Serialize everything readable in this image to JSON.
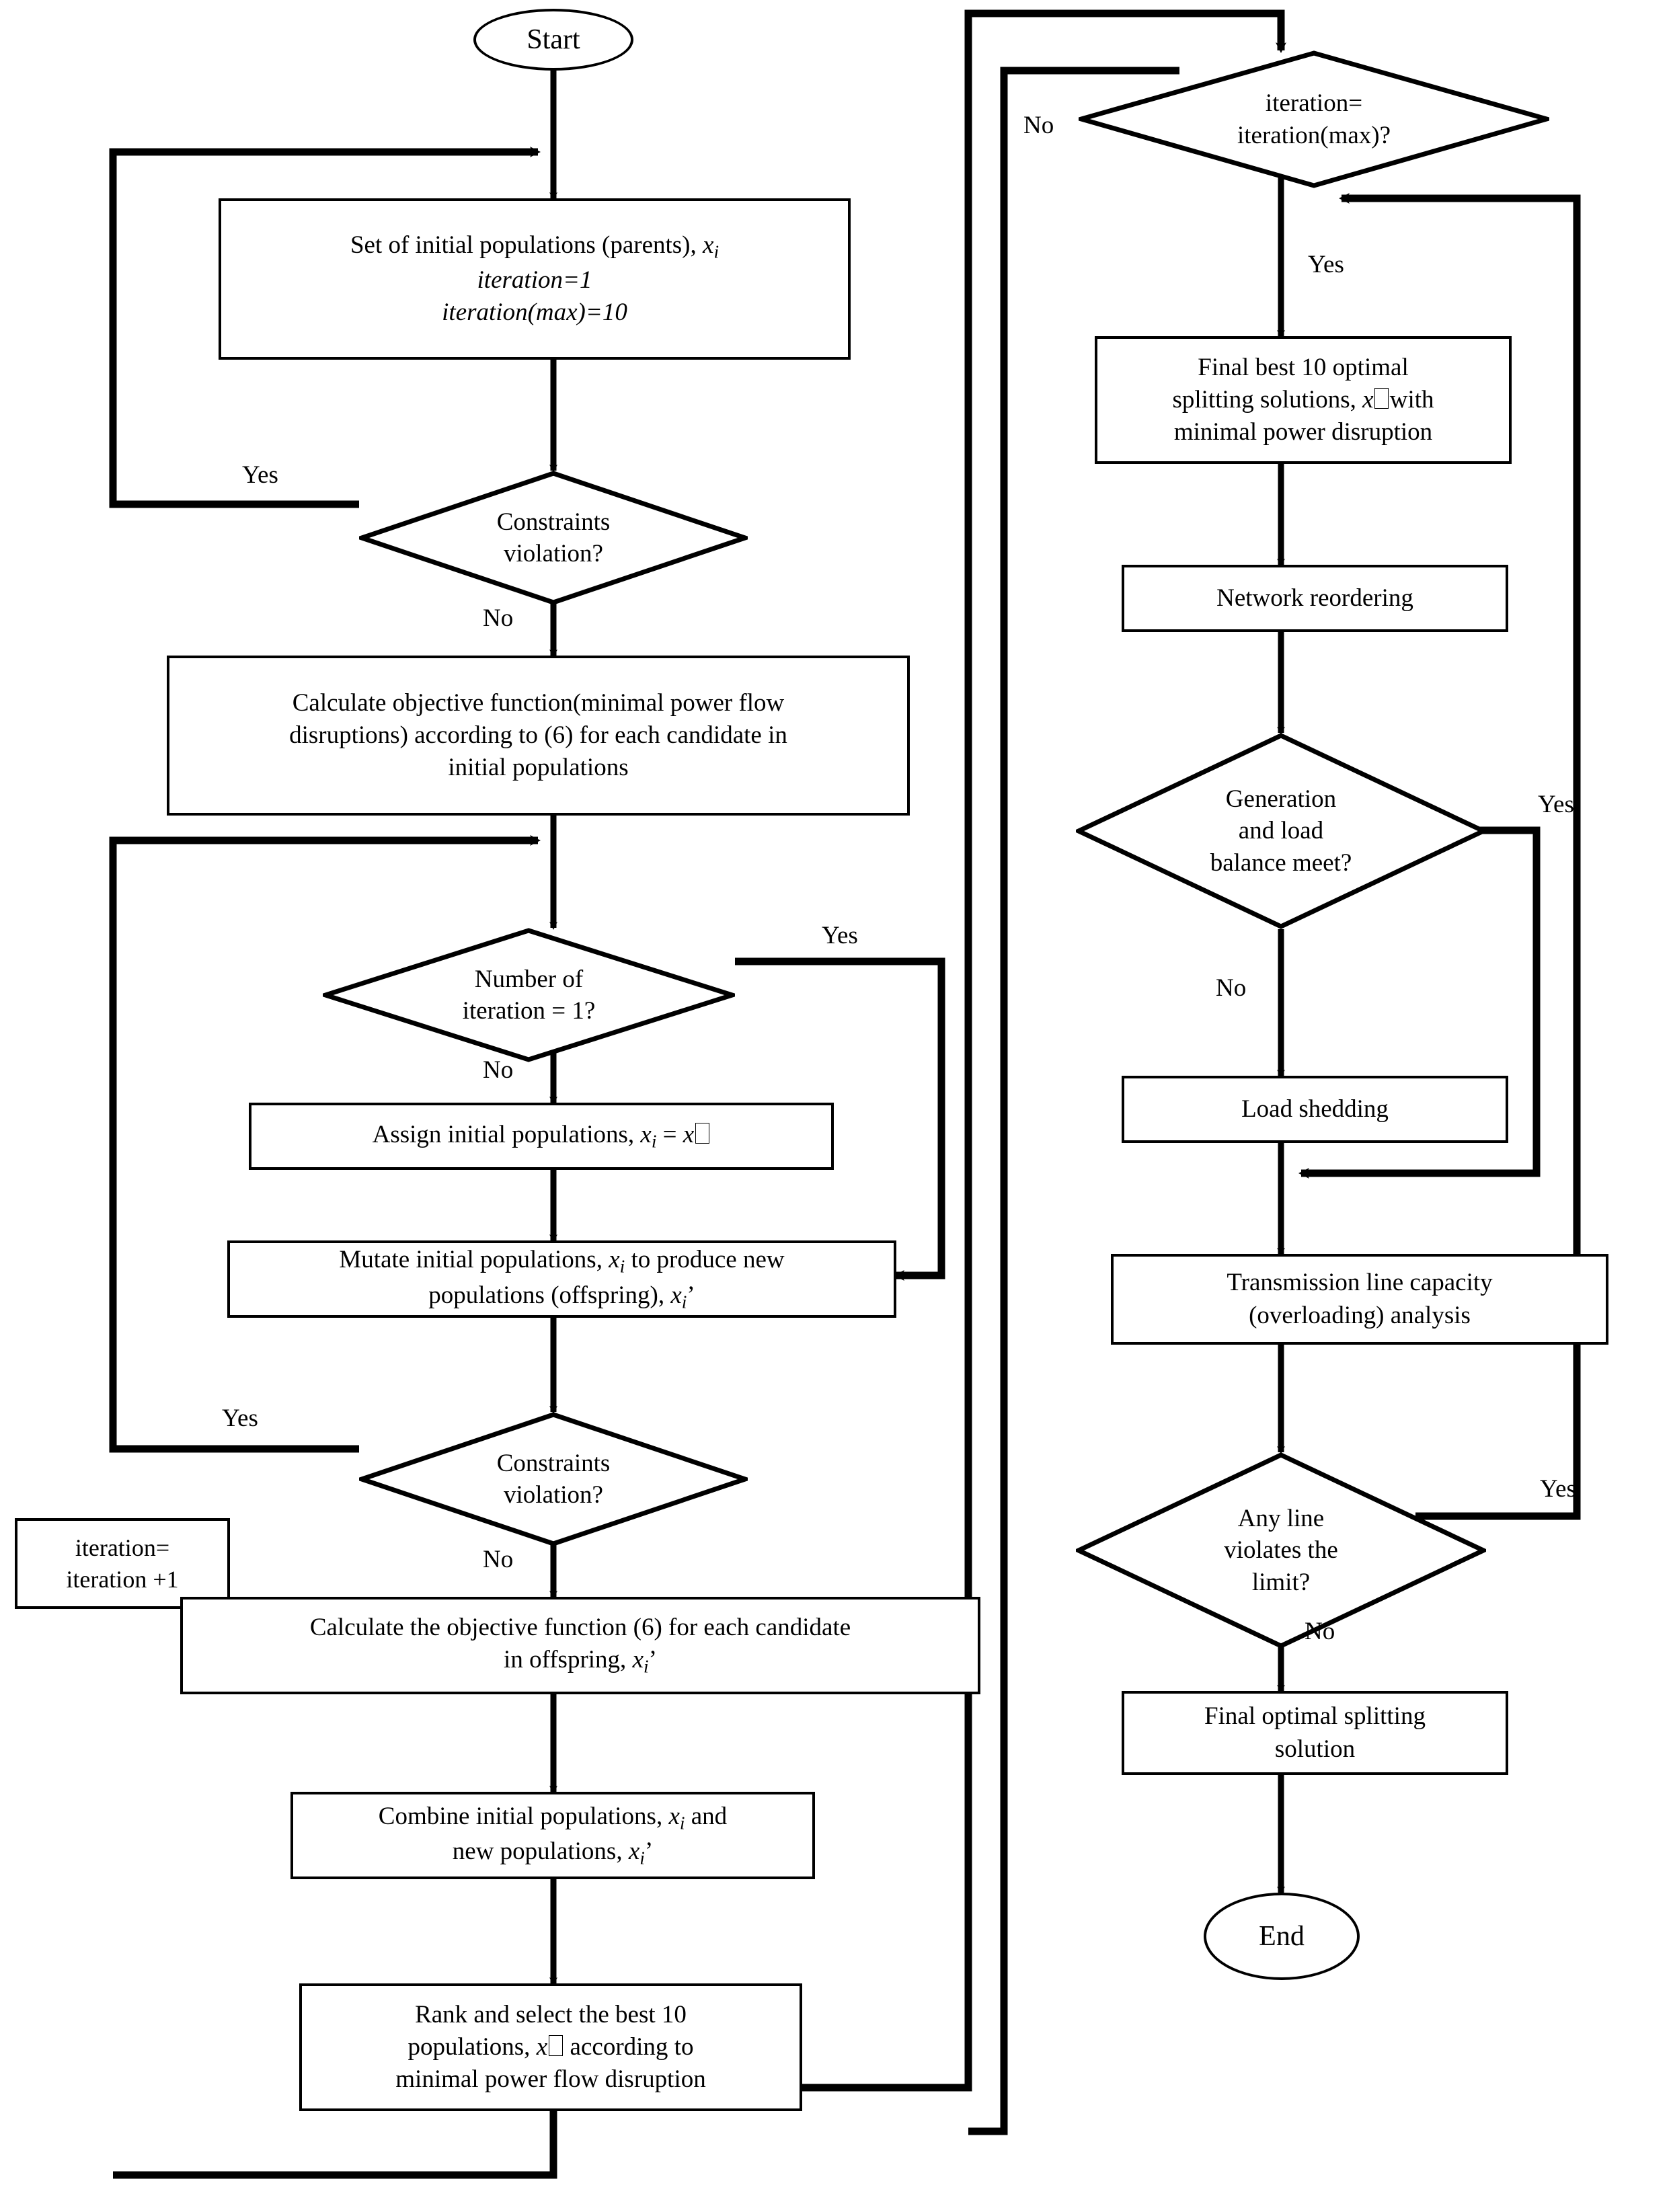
{
  "diagram": {
    "title": "Optimal network splitting flowchart",
    "stroke_color": "#000000",
    "background": "#ffffff"
  },
  "nodes": {
    "start": {
      "label": "Start",
      "shape": "terminator"
    },
    "init": {
      "line1_a": "Set of initial populations (parents), ",
      "line1_var": "x",
      "line1_sub": "i",
      "line2": "iteration=1",
      "line3": "iteration(max)=10",
      "shape": "process"
    },
    "constraints1": {
      "line1": "Constraints",
      "line2": "violation?",
      "shape": "decision"
    },
    "calc_obj_initial": {
      "line1": "Calculate objective function(minimal power flow",
      "line2": "disruptions) according to (6) for each candidate in",
      "line3": "initial populations",
      "shape": "process"
    },
    "num_iter": {
      "line1": "Number of",
      "line2": "iteration = 1?",
      "shape": "decision"
    },
    "assign": {
      "pre": "Assign initial populations, ",
      "var": "x",
      "sub": "i",
      "mid": " = ",
      "var2": "x",
      "shape": "process"
    },
    "mutate": {
      "line1_a": "Mutate initial populations, ",
      "line1_var": "x",
      "line1_sub": "i",
      "line1_b": "  to produce new",
      "line2_a": "populations (offspring), ",
      "line2_var": "x",
      "line2_sub": "i",
      "line2_b": "’",
      "shape": "process"
    },
    "constraints2": {
      "line1": "Constraints",
      "line2": "violation?",
      "shape": "decision"
    },
    "iter_inc": {
      "line1": "iteration=",
      "line2": "iteration +1",
      "shape": "process"
    },
    "calc_obj_offspring": {
      "line1": "Calculate the objective function (6) for each candidate",
      "line2_a": "in offspring, ",
      "line2_var": "x",
      "line2_sub": "i",
      "line2_b": "’",
      "shape": "process"
    },
    "combine": {
      "line1_a": "Combine initial populations, ",
      "line1_var": "x",
      "line1_sub": "i",
      "line1_b": " and",
      "line2_a": "new populations, ",
      "line2_var": "x",
      "line2_sub": "i",
      "line2_b": "’",
      "shape": "process"
    },
    "rank": {
      "line1": "Rank and select  the best 10",
      "line2_a": "populations, ",
      "line2_var": "x",
      "line2_b": " according to",
      "line3": "minimal power flow disruption",
      "shape": "process"
    },
    "iter_max": {
      "line1": "iteration=",
      "line2": "iteration(max)?",
      "shape": "decision"
    },
    "final10": {
      "line1": "Final best 10 optimal",
      "line2_a": "splitting solutions, ",
      "line2_var": "x",
      "line2_b": "with",
      "line3": "minimal power disruption",
      "shape": "process"
    },
    "reorder": {
      "line1": "Network reordering",
      "shape": "process"
    },
    "genload": {
      "line1": "Generation",
      "line2": "and load",
      "line3": "balance meet?",
      "shape": "decision"
    },
    "loadshed": {
      "line1": "Load shedding",
      "shape": "process"
    },
    "translines": {
      "line1": "Transmission line  capacity",
      "line2": "(overloading) analysis",
      "shape": "process"
    },
    "anyline": {
      "line1": "Any line",
      "line2": "violates the",
      "line3": "limit?",
      "shape": "decision"
    },
    "finalsol": {
      "line1": "Final optimal splitting",
      "line2": "solution",
      "shape": "process"
    },
    "end": {
      "label": "End",
      "shape": "terminator"
    }
  },
  "edge_labels": {
    "constraints1_yes": "Yes",
    "constraints1_no": "No",
    "num_iter_yes": "Yes",
    "num_iter_no": "No",
    "constraints2_yes": "Yes",
    "constraints2_no": "No",
    "iter_max_no": "No",
    "iter_max_yes": "Yes",
    "genload_yes": "Yes",
    "genload_no": "No",
    "anyline_yes": "Yes",
    "anyline_no": "No"
  }
}
